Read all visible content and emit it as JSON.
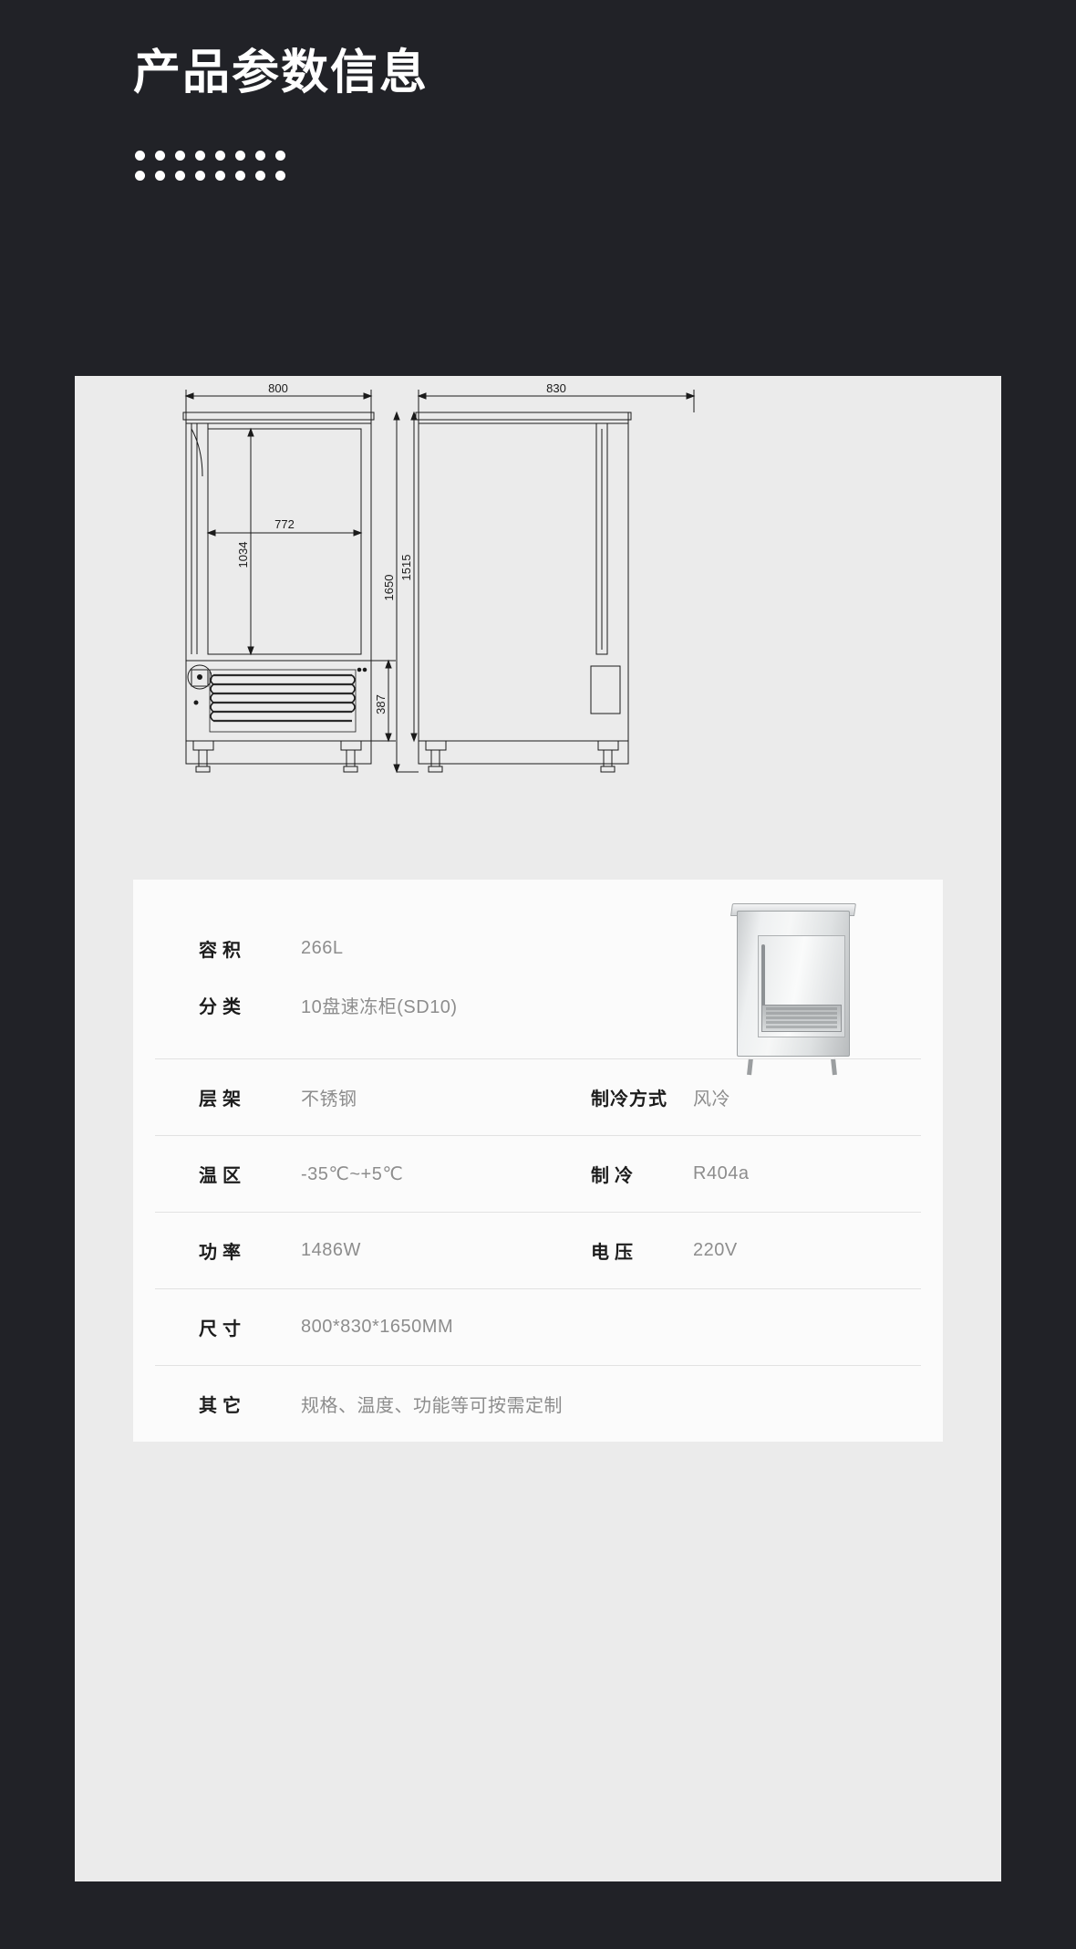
{
  "header": {
    "title": "产品参数信息",
    "dot_count": 16,
    "dot_color": "#ffffff"
  },
  "colors": {
    "background": "#212227",
    "panel": "#ebebeb",
    "card": "#fbfbfb",
    "label": "#1c1c1c",
    "value": "#8d8d8d",
    "divider": "#e2e2e2"
  },
  "drawing": {
    "front_view": {
      "width_label": "800",
      "inner_width_label": "772",
      "inner_height_label": "1034",
      "base_height_label": "387"
    },
    "side_view": {
      "depth_label": "830",
      "total_height_label": "1650",
      "body_height_label": "1515"
    }
  },
  "spec": {
    "top_rows": [
      {
        "label": "容积",
        "value": "266L"
      },
      {
        "label": "分类",
        "value": "10盘速冻柜(SD10)"
      }
    ],
    "rows": [
      {
        "left": {
          "label": "层架",
          "value": "不锈钢"
        },
        "right": {
          "label": "制冷方式",
          "value": "风冷"
        }
      },
      {
        "left": {
          "label": "温区",
          "value": "-35℃~+5℃"
        },
        "right": {
          "label": "制冷",
          "value": "R404a"
        }
      },
      {
        "left": {
          "label": "功率",
          "value": "1486W"
        },
        "right": {
          "label": "电压",
          "value": "220V"
        }
      },
      {
        "left": {
          "label": "尺寸",
          "value": "800*830*1650MM"
        },
        "right": {
          "label": "",
          "value": ""
        }
      },
      {
        "left": {
          "label": "其它",
          "value": "规格、温度、功能等可按需定制"
        },
        "right": {
          "label": "",
          "value": ""
        }
      }
    ]
  },
  "product_image": {
    "alt": "blast-freezer-cabinet"
  }
}
